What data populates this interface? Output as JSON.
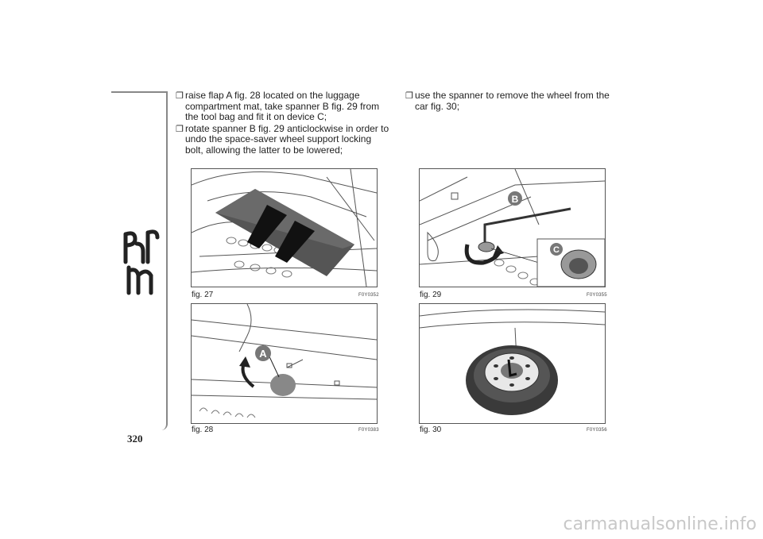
{
  "page": {
    "number": "320"
  },
  "instructions_left": [
    {
      "marker": "❐",
      "text": "raise flap A fig. 28 located on the luggage compartment mat, take spanner B fig. 29 from the tool bag and fit it on device C;"
    },
    {
      "marker": "❐",
      "text": "rotate spanner B fig. 29 anticlockwise in order to undo the space-saver wheel support locking bolt, allowing the latter to be lowered;"
    }
  ],
  "instructions_right": [
    {
      "marker": "❐",
      "text": "use the spanner to remove the wheel from the car fig. 30;"
    }
  ],
  "figures": {
    "fig27": {
      "caption": "fig. 27",
      "code": "F0Y0352"
    },
    "fig28": {
      "caption": "fig. 28",
      "code": "F0Y0383",
      "callout": "A"
    },
    "fig29": {
      "caption": "fig. 29",
      "code": "F0Y0355",
      "callout_b": "B",
      "callout_c": "C"
    },
    "fig30": {
      "caption": "fig. 30",
      "code": "F0Y0356"
    }
  },
  "watermark": "carmanualsonline.info"
}
